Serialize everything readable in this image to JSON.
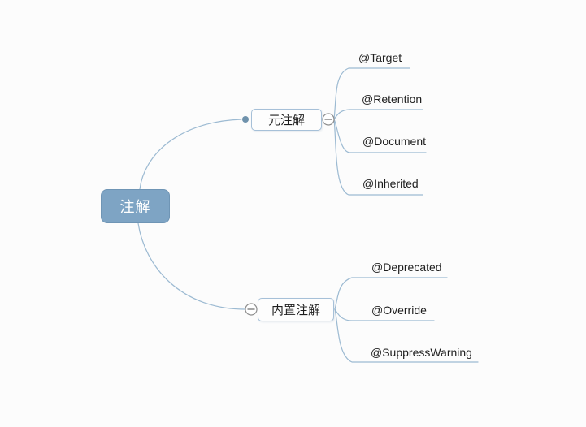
{
  "root": {
    "label": "注解"
  },
  "branches": [
    {
      "label": "元注解",
      "collapse_icon": "minus-circle",
      "children": [
        {
          "label": "@Target"
        },
        {
          "label": "@Retention"
        },
        {
          "label": "@Document"
        },
        {
          "label": "@Inherited"
        }
      ]
    },
    {
      "label": "内置注解",
      "collapse_icon": "minus-circle",
      "children": [
        {
          "label": "@Deprecated"
        },
        {
          "label": "@Override"
        },
        {
          "label": "@SuppressWarning"
        }
      ]
    }
  ],
  "icons": {
    "branch_point": "filled-dot",
    "collapse": "minus-circle"
  },
  "colors": {
    "background": "#fcfcfc",
    "root_fill": "#7ea4c4",
    "root_text": "#ffffff",
    "line": "#9cbad2",
    "node_border": "#a6c0d8",
    "node_fill": "#fdfdfd",
    "text": "#1e1e1e",
    "collapse_stroke": "#8e8e8e",
    "minus_stroke": "#6b6b6b",
    "dot_fill": "#6f92ac"
  }
}
